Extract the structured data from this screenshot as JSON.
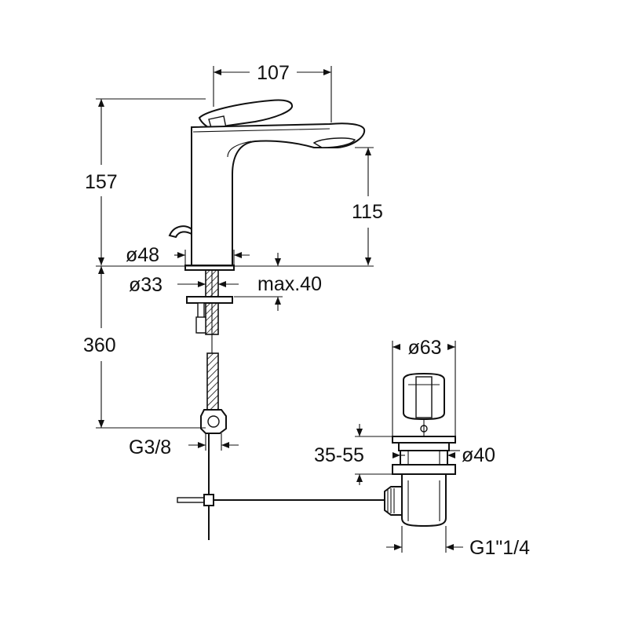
{
  "dimensions": {
    "spout_reach": "107",
    "total_height": "157",
    "spout_height": "115",
    "base_diameter": "ø48",
    "hole_diameter": "ø33",
    "max_thickness": "max.40",
    "hose_length": "360",
    "inlet_thread": "G3/8",
    "waste_head_diameter": "ø63",
    "waste_range": "35-55",
    "waste_hole_diameter": "ø40",
    "waste_thread": "G1\"1/4"
  },
  "colors": {
    "line": "#111111",
    "background": "#ffffff"
  }
}
